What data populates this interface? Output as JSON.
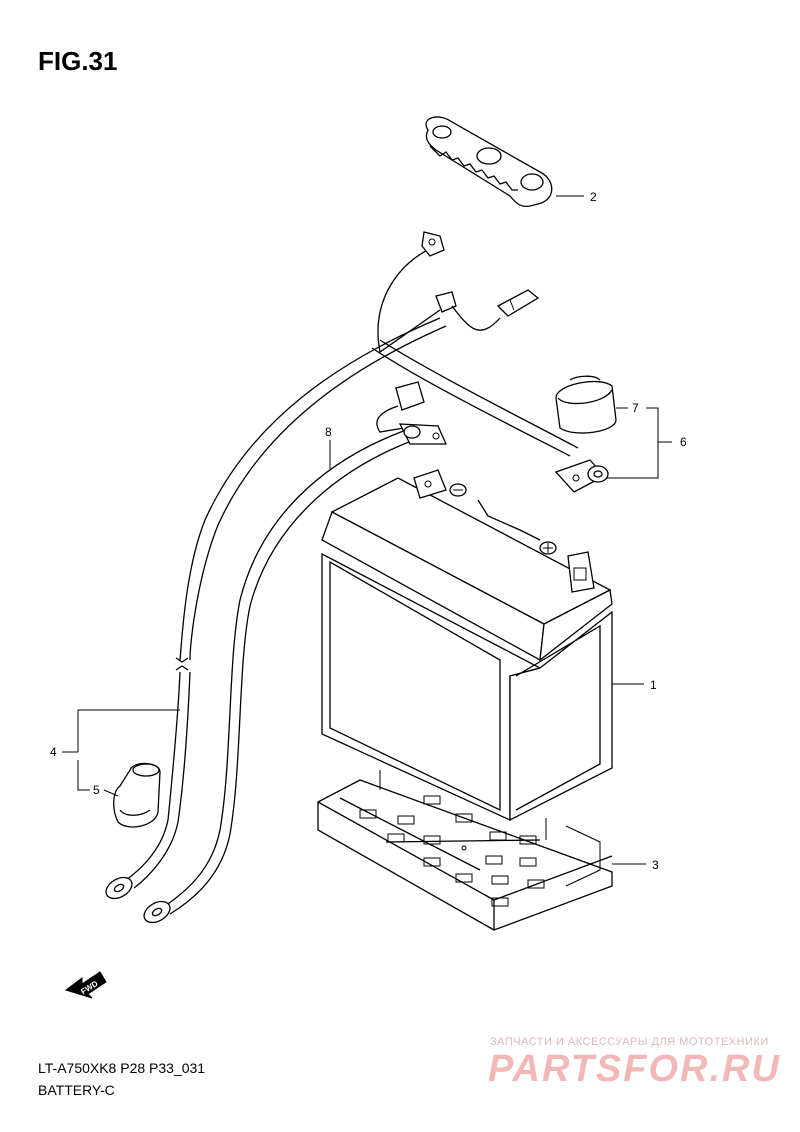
{
  "header": {
    "figure_title": "FIG.31"
  },
  "footer": {
    "model_code": "LT-A750XK8 P28 P33_031",
    "section_name": "BATTERY-C"
  },
  "watermark": {
    "tagline": "ЗАПЧАСТИ И АКСЕССУАРЫ ДЛЯ МОТОТЕХНИКИ",
    "brand": "PARTSFOR.RU"
  },
  "fwd_arrow": {
    "label": "FWD"
  },
  "callouts": [
    {
      "id": "1",
      "part": "battery"
    },
    {
      "id": "2",
      "part": "terminal-cover"
    },
    {
      "id": "3",
      "part": "battery-tray"
    },
    {
      "id": "4",
      "part": "lead-wire-assembly"
    },
    {
      "id": "5",
      "part": "rubber-boot"
    },
    {
      "id": "6",
      "part": "negative-cable-assembly"
    },
    {
      "id": "7",
      "part": "terminal-cap"
    },
    {
      "id": "8",
      "part": "battery-cable"
    }
  ]
}
